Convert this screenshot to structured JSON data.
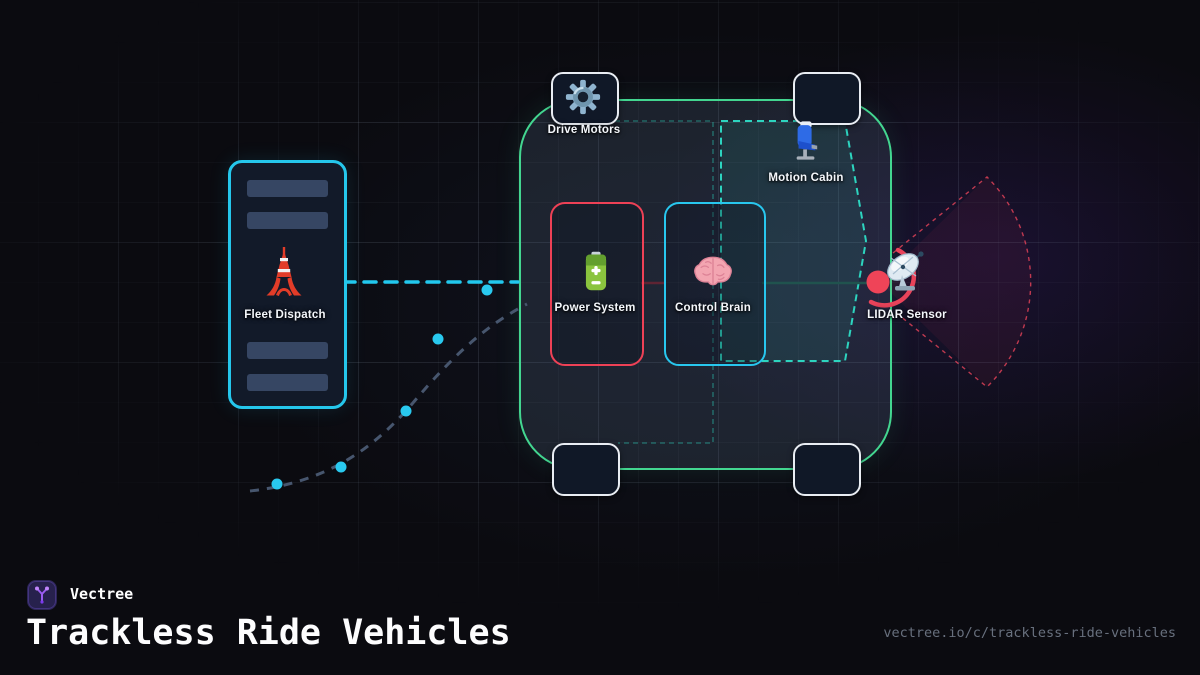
{
  "branding": {
    "name": "Vectree",
    "title": "Trackless Ride Vehicles",
    "url": "vectree.io/c/trackless-ride-vehicles"
  },
  "diagram": {
    "fleet_dispatch": {
      "label": "Fleet Dispatch",
      "icon": "tower-icon"
    },
    "vehicle": {
      "drive_motors_label": "Drive Motors",
      "motion_cabin_label": "Motion Cabin",
      "power_system_label": "Power System",
      "control_brain_label": "Control Brain",
      "lidar_sensor_label": "LIDAR Sensor",
      "icons": {
        "drive_motors": "gear-icon",
        "motion_cabin": "seat-icon",
        "power_system": "battery-icon",
        "control_brain": "brain-icon",
        "lidar_sensor": "satellite-dish-icon"
      }
    },
    "brand_icon": "vectree-logo-icon"
  },
  "colors": {
    "background": "#0b0b10",
    "vehicle_border_green": "#43d690",
    "cyan_accent": "#25c7ec",
    "teal_accent": "#2dd4bf",
    "red_accent": "#ee4156",
    "route_dash_slate": "#47566e",
    "label_text": "#f4f7fb",
    "url_text": "#68707e",
    "logo_purple": "#a855f7"
  }
}
